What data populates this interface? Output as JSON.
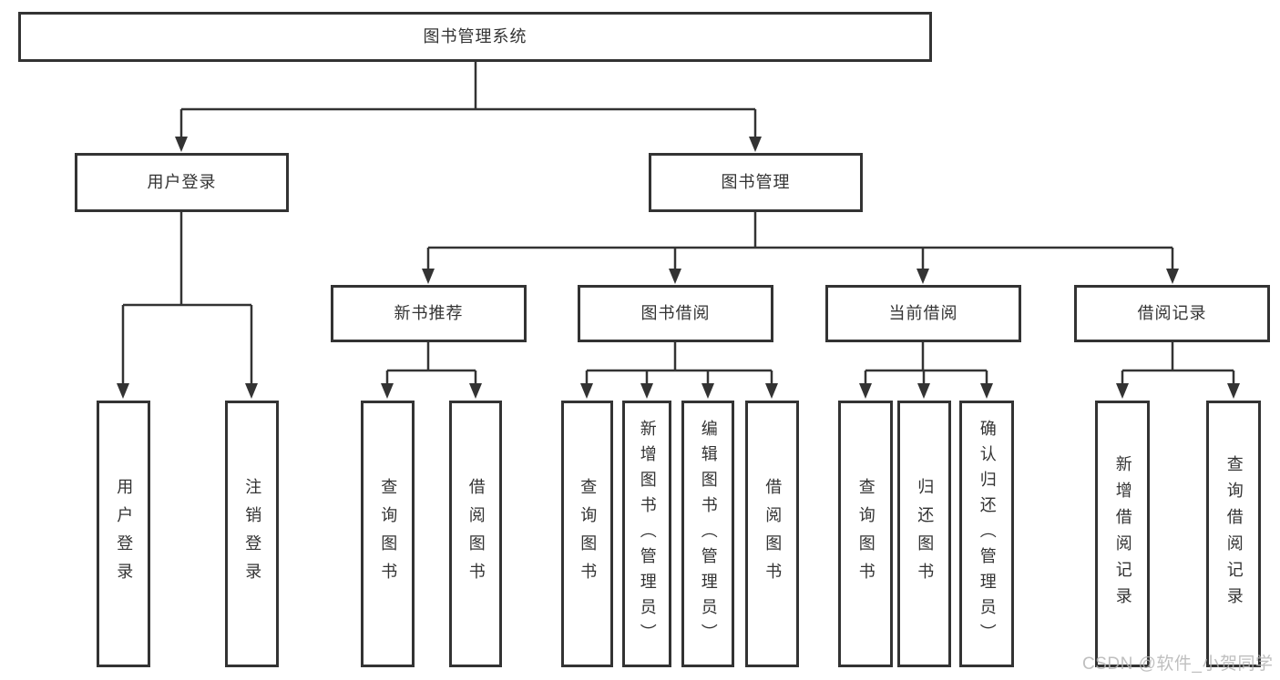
{
  "diagram": {
    "root": "图书管理系统",
    "level2": [
      {
        "label": "用户登录",
        "leaves": [
          "用户登录",
          "注销登录"
        ]
      },
      {
        "label": "图书管理",
        "groups": [
          {
            "label": "新书推荐",
            "leaves": [
              "查询图书",
              "借阅图书"
            ]
          },
          {
            "label": "图书借阅",
            "leaves": [
              "查询图书",
              "新增图书（管理员）",
              "编辑图书（管理员）",
              "借阅图书"
            ]
          },
          {
            "label": "当前借阅",
            "leaves": [
              "查询图书",
              "归还图书",
              "确认归还（管理员）"
            ]
          },
          {
            "label": "借阅记录",
            "leaves": [
              "新增借阅记录",
              "查询借阅记录"
            ]
          }
        ]
      }
    ]
  },
  "watermark": {
    "text": "CSDN @软件_小贺同学",
    "color": "#b4b4b4"
  },
  "colors": {
    "line": "#333333",
    "text": "#333333",
    "background": "#ffffff"
  }
}
